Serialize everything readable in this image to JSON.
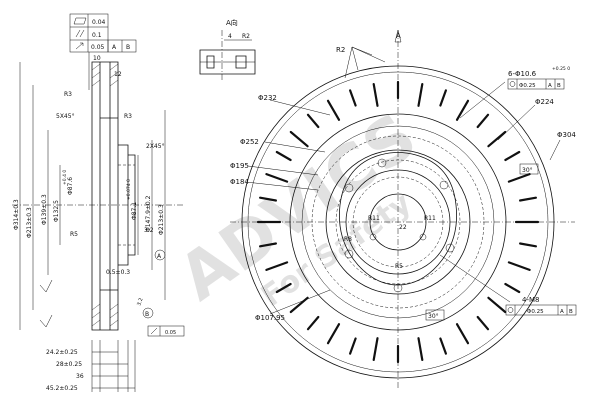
{
  "tolerance_frame": {
    "rows": [
      {
        "symbol": "flatness",
        "value": "0.04",
        "refs": []
      },
      {
        "symbol": "parallelism",
        "value": "0.1",
        "refs": []
      },
      {
        "symbol": "runout",
        "value": "0.05",
        "refs": [
          "A",
          "B"
        ]
      }
    ]
  },
  "section_view": {
    "title": "A向",
    "dim_4": "4",
    "dim_r2": "R2"
  },
  "side_dims": {
    "dim_10": "10",
    "dim_12": "12",
    "r3_top": "R3",
    "r3_mid": "R3",
    "chamfer_5x45": "5X45°",
    "chamfer_2x45": "2X45°",
    "d314": "Φ314±0.3",
    "d213": "Φ213±0.3",
    "d139": "Φ139±0.3",
    "d132": "Φ132.5",
    "d87": "Φ87.6",
    "d87_tol": "+0.4 0",
    "d87_1": "Φ87.1",
    "d87_1_tol": "+0.074 0",
    "d147": "Φ147.9±0.2",
    "d213_2": "Φ213±0.3",
    "r5": "R5",
    "dim_32": "3.2",
    "dim_05": "0.5±0.3",
    "ra_32": "3.2",
    "datum_a": "A",
    "datum_b": "B",
    "runout_val": "0.05",
    "w_24": "24.2±0.25",
    "w_28": "28±0.25",
    "w_36": "36",
    "w_45": "45.2±0.25"
  },
  "front_dims": {
    "r2": "R2",
    "label_a": "A",
    "holes": "6-Φ10.6",
    "holes_tol": "+0.25 0",
    "holes_pos": "Φ0.25",
    "holes_refs": [
      "A",
      "B"
    ],
    "d232": "Φ232",
    "d224": "Φ224",
    "d304": "Φ304",
    "d252": "Φ252",
    "d195": "Φ195",
    "d184": "Φ184",
    "angle_30_top": "30°",
    "angle_30_bottom": "30°",
    "r11_left": "R11",
    "r11_right": "R11",
    "dim_22": "22",
    "r8": "R8",
    "r5": "R5",
    "threads": "4-M8",
    "threads_pos": "Φ0.25",
    "threads_refs": [
      "A",
      "B"
    ],
    "d107": "Φ107.95"
  },
  "watermark": {
    "brand": "ADVICS",
    "tagline": "For Safety"
  }
}
